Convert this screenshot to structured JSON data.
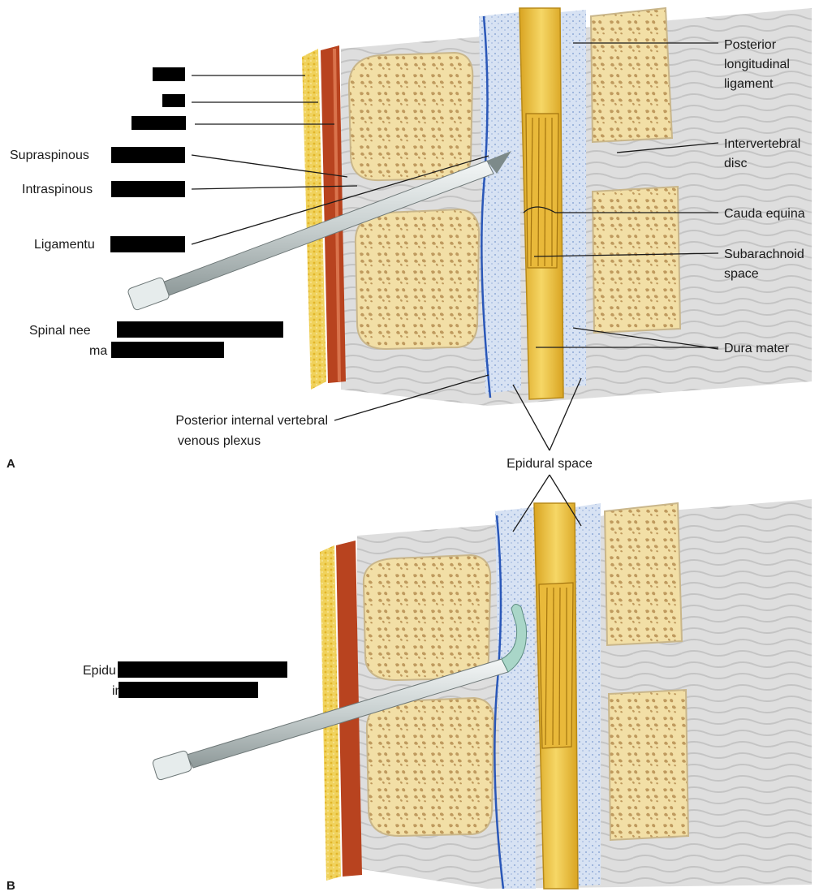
{
  "panels": {
    "a": "A",
    "b": "B"
  },
  "labels": {
    "posterior_longitudinal_ligament": [
      "Posterior",
      "longitudinal",
      "ligament"
    ],
    "intervertebral_disc": [
      "Intervertebral",
      "disc"
    ],
    "cauda_equina": [
      "Cauda equina"
    ],
    "subarachnoid_space": [
      "Subarachnoid",
      "space"
    ],
    "dura_mater": [
      "Dura mater"
    ],
    "posterior_internal_venous_plexus": [
      "Posterior internal vertebral",
      "venous plexus"
    ],
    "epidural_space": [
      "Epidural space"
    ],
    "supraspinous_partial": "Supraspinous",
    "intraspinous_partial": "Intraspinous",
    "ligamentum_partial": "Ligamentu",
    "spinal_needle_partial": [
      "Spinal nee",
      "ma"
    ],
    "epidural_needle_partial": [
      "Epidu",
      "in"
    ]
  },
  "colors": {
    "skin": "#f3dc8a",
    "fat": "#e8c330",
    "muscle": "#b8431f",
    "bone": "#f2dfa6",
    "bone_pores": "#c8a268",
    "disc": "#dcdcdc",
    "epidural_fat": "#c9d8ee",
    "vein": "#2a57b8",
    "dura": "#f1c94a",
    "needle": "#cfd6d6",
    "redaction": "#000000"
  }
}
